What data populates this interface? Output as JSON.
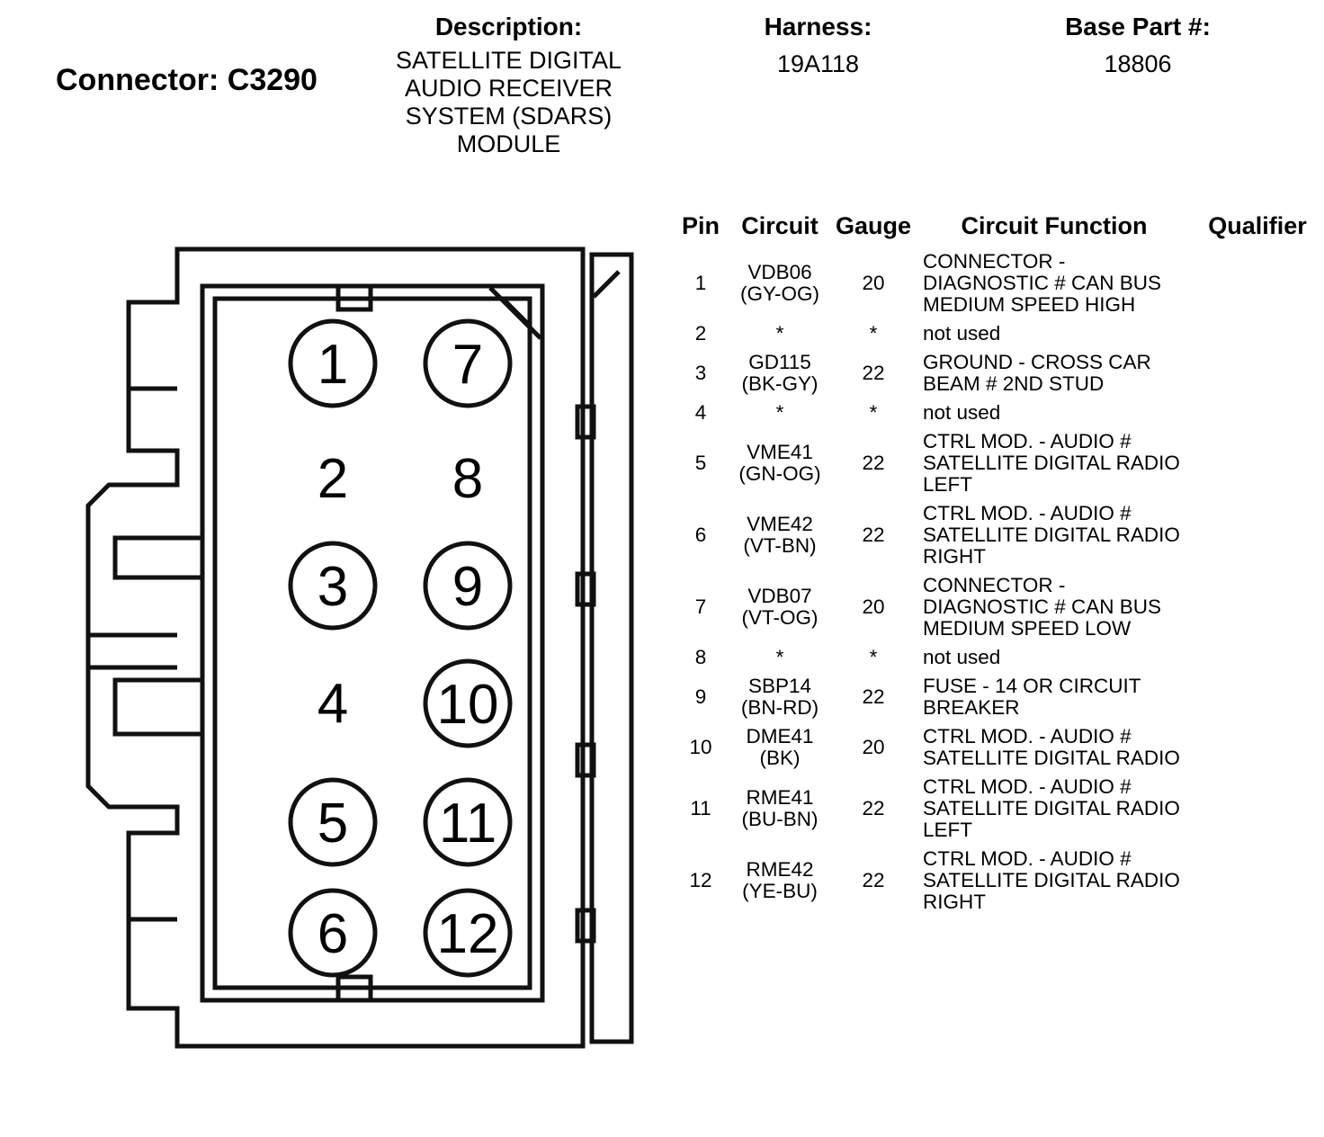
{
  "header": {
    "connector_label": "Connector: C3290",
    "description_label": "Description:",
    "description_lines": [
      "SATELLITE DIGITAL",
      "AUDIO RECEIVER",
      "SYSTEM (SDARS)",
      "MODULE"
    ],
    "harness_label": "Harness:",
    "harness_value": "19A118",
    "base_part_label": "Base Part #:",
    "base_part_value": "18806"
  },
  "connector_view": {
    "pins": [
      {
        "n": "1"
      },
      {
        "n": "2"
      },
      {
        "n": "3"
      },
      {
        "n": "4"
      },
      {
        "n": "5"
      },
      {
        "n": "6"
      },
      {
        "n": "7"
      },
      {
        "n": "8"
      },
      {
        "n": "9"
      },
      {
        "n": "10"
      },
      {
        "n": "11"
      },
      {
        "n": "12"
      }
    ]
  },
  "table": {
    "headers": {
      "pin": "Pin",
      "circuit": "Circuit",
      "gauge": "Gauge",
      "function": "Circuit Function",
      "qualifier": "Qualifier"
    },
    "rows": [
      {
        "pin": "1",
        "circuit": "VDB06",
        "color": "(GY-OG)",
        "gauge": "20",
        "function": "CONNECTOR - DIAGNOSTIC # CAN BUS MEDIUM SPEED HIGH",
        "qualifier": ""
      },
      {
        "pin": "2",
        "circuit": "*",
        "color": "",
        "gauge": "*",
        "function": "not used",
        "qualifier": ""
      },
      {
        "pin": "3",
        "circuit": "GD115",
        "color": "(BK-GY)",
        "gauge": "22",
        "function": "GROUND - CROSS CAR BEAM # 2ND STUD",
        "qualifier": ""
      },
      {
        "pin": "4",
        "circuit": "*",
        "color": "",
        "gauge": "*",
        "function": "not used",
        "qualifier": ""
      },
      {
        "pin": "5",
        "circuit": "VME41",
        "color": "(GN-OG)",
        "gauge": "22",
        "function": "CTRL MOD. - AUDIO # SATELLITE DIGITAL RADIO LEFT",
        "qualifier": ""
      },
      {
        "pin": "6",
        "circuit": "VME42",
        "color": "(VT-BN)",
        "gauge": "22",
        "function": "CTRL MOD. - AUDIO # SATELLITE DIGITAL RADIO RIGHT",
        "qualifier": ""
      },
      {
        "pin": "7",
        "circuit": "VDB07",
        "color": "(VT-OG)",
        "gauge": "20",
        "function": "CONNECTOR - DIAGNOSTIC # CAN BUS MEDIUM SPEED LOW",
        "qualifier": ""
      },
      {
        "pin": "8",
        "circuit": "*",
        "color": "",
        "gauge": "*",
        "function": "not used",
        "qualifier": ""
      },
      {
        "pin": "9",
        "circuit": "SBP14",
        "color": "(BN-RD)",
        "gauge": "22",
        "function": "FUSE - 14 OR CIRCUIT BREAKER",
        "qualifier": ""
      },
      {
        "pin": "10",
        "circuit": "DME41",
        "color": "(BK)",
        "gauge": "20",
        "function": "CTRL MOD. - AUDIO # SATELLITE DIGITAL RADIO",
        "qualifier": ""
      },
      {
        "pin": "11",
        "circuit": "RME41",
        "color": "(BU-BN)",
        "gauge": "22",
        "function": "CTRL MOD. - AUDIO # SATELLITE DIGITAL RADIO LEFT",
        "qualifier": ""
      },
      {
        "pin": "12",
        "circuit": "RME42",
        "color": "(YE-BU)",
        "gauge": "22",
        "function": "CTRL MOD. - AUDIO # SATELLITE DIGITAL RADIO RIGHT",
        "qualifier": ""
      }
    ]
  }
}
